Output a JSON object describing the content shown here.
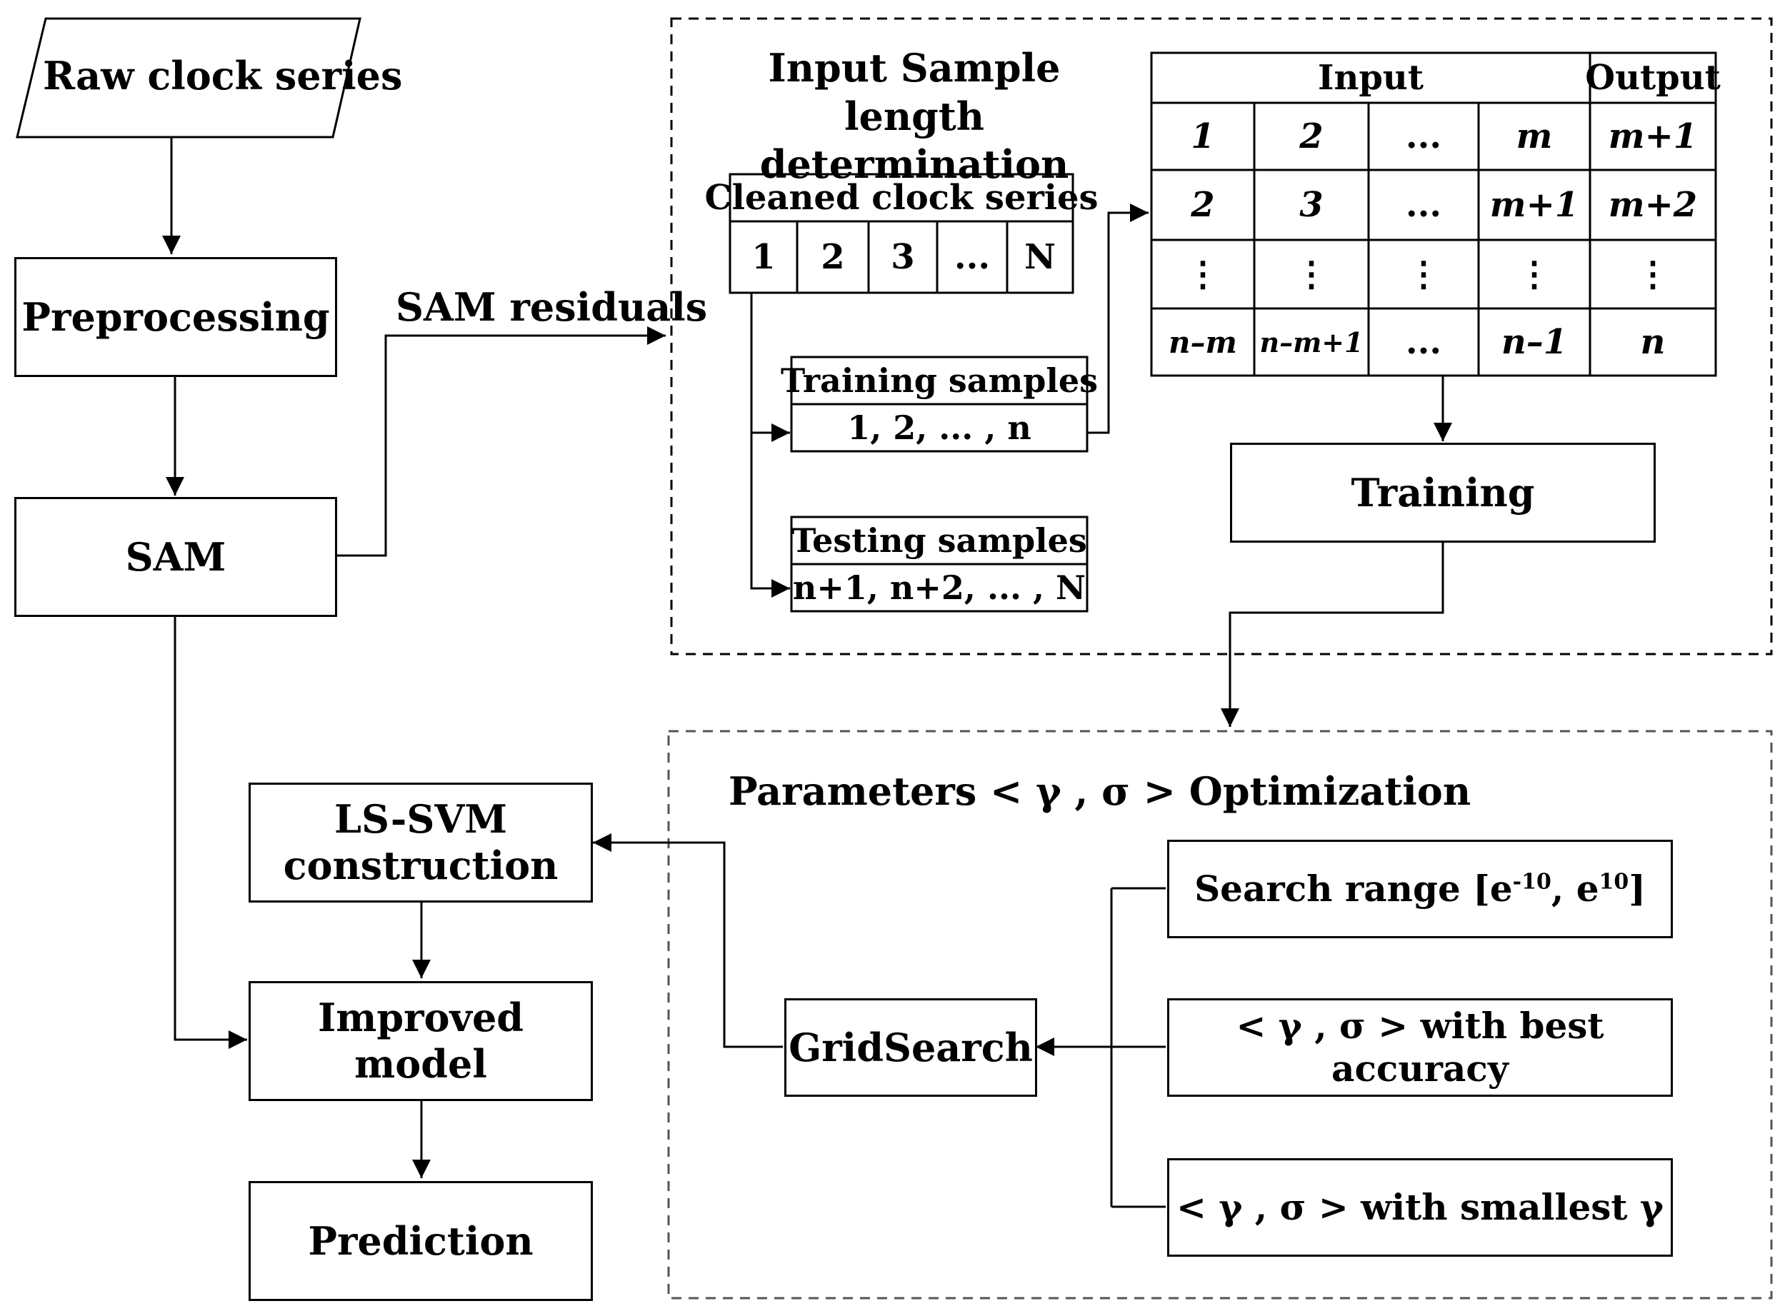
{
  "nodes": {
    "raw": "Raw clock series",
    "preprocessing": "Preprocessing",
    "sam": "SAM",
    "ls_svm_line1": "LS-SVM",
    "ls_svm_line2": "construction",
    "improved": "Improved model",
    "prediction": "Prediction",
    "training": "Training",
    "gridsearch": "GridSearch"
  },
  "edges": {
    "sam_residuals": "SAM residuals"
  },
  "input_panel": {
    "title_line1": "Input Sample length",
    "title_line2": "determination",
    "cleaned_header": "Cleaned clock series",
    "cleaned_cells": [
      "1",
      "2",
      "3",
      "...",
      "N"
    ],
    "training_header": "Training samples",
    "training_value": "1, 2, ... , n",
    "testing_header": "Testing samples",
    "testing_value": "n+1, n+2, ... , N"
  },
  "matrix": {
    "input_header": "Input",
    "output_header": "Output",
    "rows": [
      [
        "1",
        "2",
        "...",
        "m",
        "m+1"
      ],
      [
        "2",
        "3",
        "...",
        "m+1",
        "m+2"
      ],
      [
        "⋮",
        "⋮",
        "⋮",
        "⋮",
        "⋮"
      ],
      [
        "n–m",
        "n–m+1",
        "...",
        "n–1",
        "n"
      ]
    ]
  },
  "optimization_panel": {
    "title": "Parameters < γ , σ > Optimization",
    "search_range_prefix": "Search range [e",
    "search_range_exp1": "-10",
    "search_range_mid": ", e",
    "search_range_exp2": "10",
    "search_range_suffix": "]",
    "best_accuracy": "< γ , σ > with best accuracy",
    "smallest": "< γ , σ > with smallest  γ"
  }
}
